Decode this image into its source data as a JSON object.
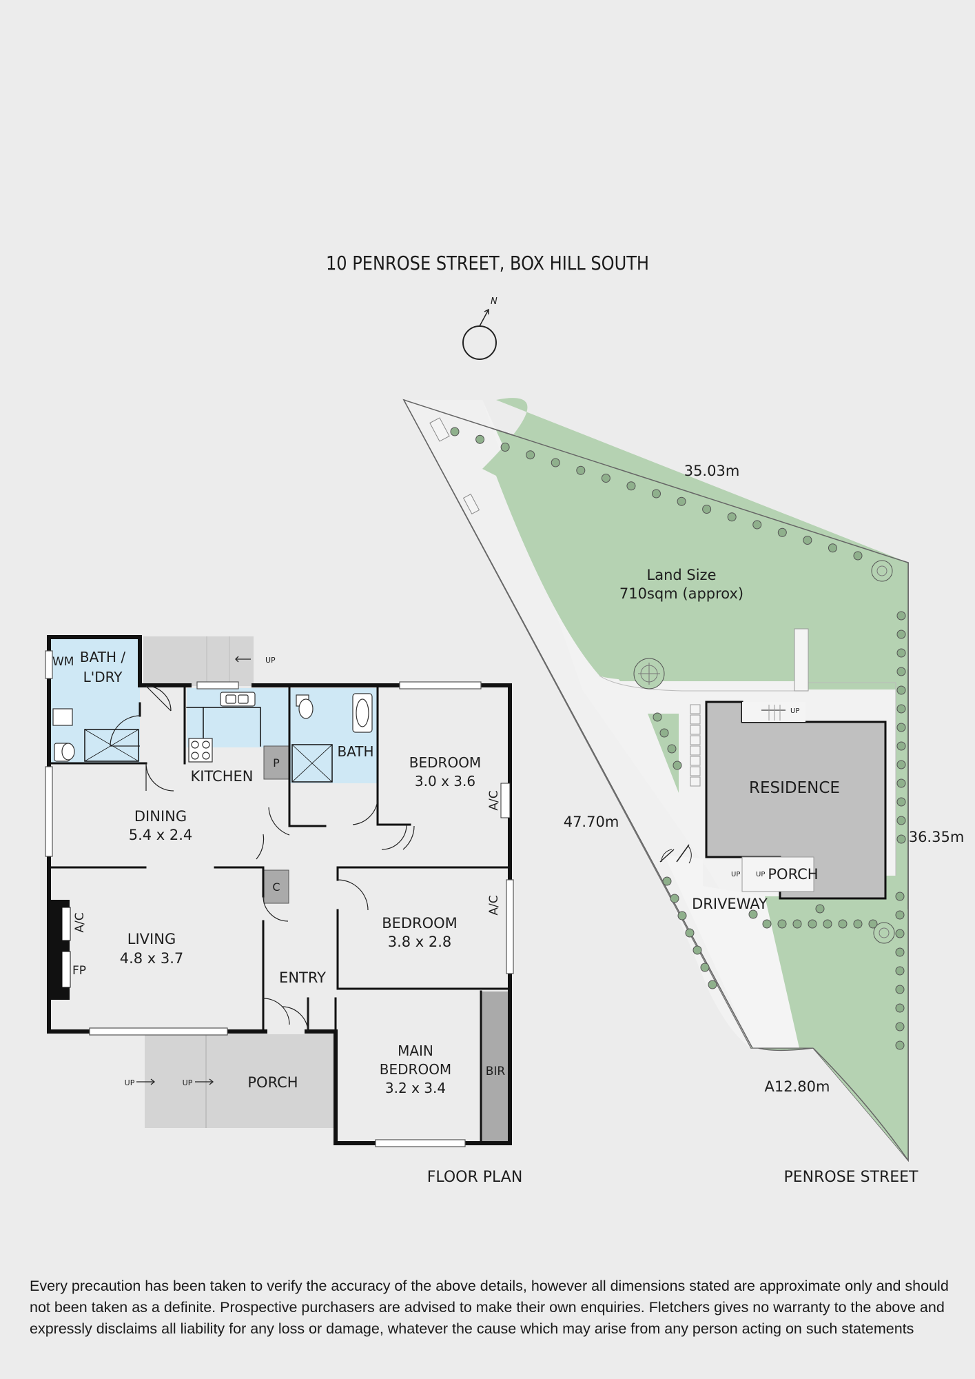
{
  "title": "10 PENROSE STREET, BOX HILL SOUTH",
  "compass": {
    "letter": "N",
    "icon": "north-arrow-icon"
  },
  "floor_plan": {
    "label": "FLOOR PLAN",
    "rooms": {
      "bath_ldry": "BATH /\nL'DRY",
      "wm": "WM",
      "kitchen": "KITCHEN",
      "pantry": "P",
      "bath": "BATH",
      "bedroom1_name": "BEDROOM",
      "bedroom1_dims": "3.0 x 3.6",
      "dining_name": "DINING",
      "dining_dims": "5.4 x 2.4",
      "closet": "C",
      "living_name": "LIVING",
      "living_dims": "4.8 x 3.7",
      "fp": "FP",
      "ac": "A/C",
      "entry": "ENTRY",
      "bedroom2_name": "BEDROOM",
      "bedroom2_dims": "3.8 x 2.8",
      "main_bedroom_line1": "MAIN",
      "main_bedroom_line2": "BEDROOM",
      "main_bedroom_dims": "3.2 x 3.4",
      "bir": "BIR",
      "porch": "PORCH",
      "up": "UP"
    }
  },
  "site_plan": {
    "label": "PENROSE STREET",
    "dim_top": "35.03m",
    "dim_left": "47.70m",
    "dim_right": "36.35m",
    "dim_bottom": "A12.80m",
    "land_size_label": "Land Size",
    "land_size_value": "710sqm (approx)",
    "residence": "RESIDENCE",
    "porch": "PORCH",
    "driveway": "DRIVEWAY",
    "up": "UP",
    "colors": {
      "lawn": "#b5d2b2",
      "tree": "#8fb08c",
      "building": "#c0c0c0"
    }
  },
  "disclaimer": "Every precaution has been taken to verify the accuracy of the above details, however all dimensions stated are approximate only and should not been taken as a definite. Prospective purchasers are advised to make their own enquiries. Fletchers gives no warranty to the above and expressly disclaims all liability for any loss or damage, whatever the cause which may arise from any person acting on such statements",
  "colors": {
    "wet_area": "#cfe8f5",
    "wall": "#111111",
    "porch_fill": "#d4d4d4"
  }
}
